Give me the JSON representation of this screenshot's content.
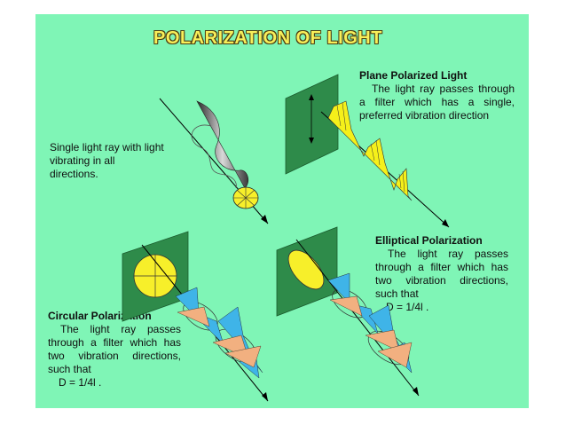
{
  "title": "POLARIZATION OF LIGHT",
  "unpolarized": {
    "text": "Single light ray with light vibrating in all directions."
  },
  "plane": {
    "heading": "Plane Polarized Light",
    "text": "The light ray passes through a filter which has a single, preferred vibration direction"
  },
  "elliptical": {
    "heading": "Elliptical Polarization",
    "text": "The light ray passes through a filter which has two vibration directions, such that",
    "equation": "D = 1/4l ."
  },
  "circular": {
    "heading": "Circular Polarization",
    "text": "The light ray passes through a filter which has two vibration directions, such that",
    "equation": "D = 1/4l ."
  },
  "colors": {
    "background": "#7ff5b6",
    "title_fill": "#f7ef5a",
    "filter_plate": "#2e8b4a",
    "yellow_wave": "#f5f01a",
    "blue_wave": "#3fb4e8",
    "orange_wave": "#f2b080"
  }
}
